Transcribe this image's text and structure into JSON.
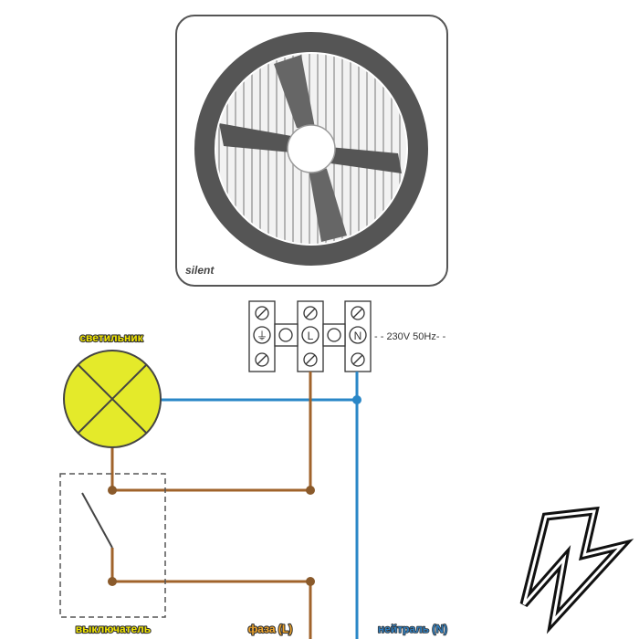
{
  "fan": {
    "brand": "silent"
  },
  "terminal_block": {
    "terminals": [
      {
        "symbol": "⏚",
        "name": "earth"
      },
      {
        "symbol": "L",
        "name": "phase"
      },
      {
        "symbol": "N",
        "name": "neutral"
      }
    ],
    "supply_label": "- - 230V 50Hz- -"
  },
  "lamp": {
    "label": "светильник"
  },
  "switch": {
    "label": "выключатель"
  },
  "wires": {
    "phase_label": "фаза (L)",
    "neutral_label": "нейтраль (N)"
  },
  "colors": {
    "phase_wire": "#a0632b",
    "neutral_wire": "#2a87c7",
    "lamp_fill": "#e4ea2a",
    "label_yellow": "#f2e600",
    "label_orange": "#f1a52a",
    "label_blue": "#2f7fc0",
    "fan_ring": "#555555",
    "node_brown": "#8a5a2b"
  }
}
